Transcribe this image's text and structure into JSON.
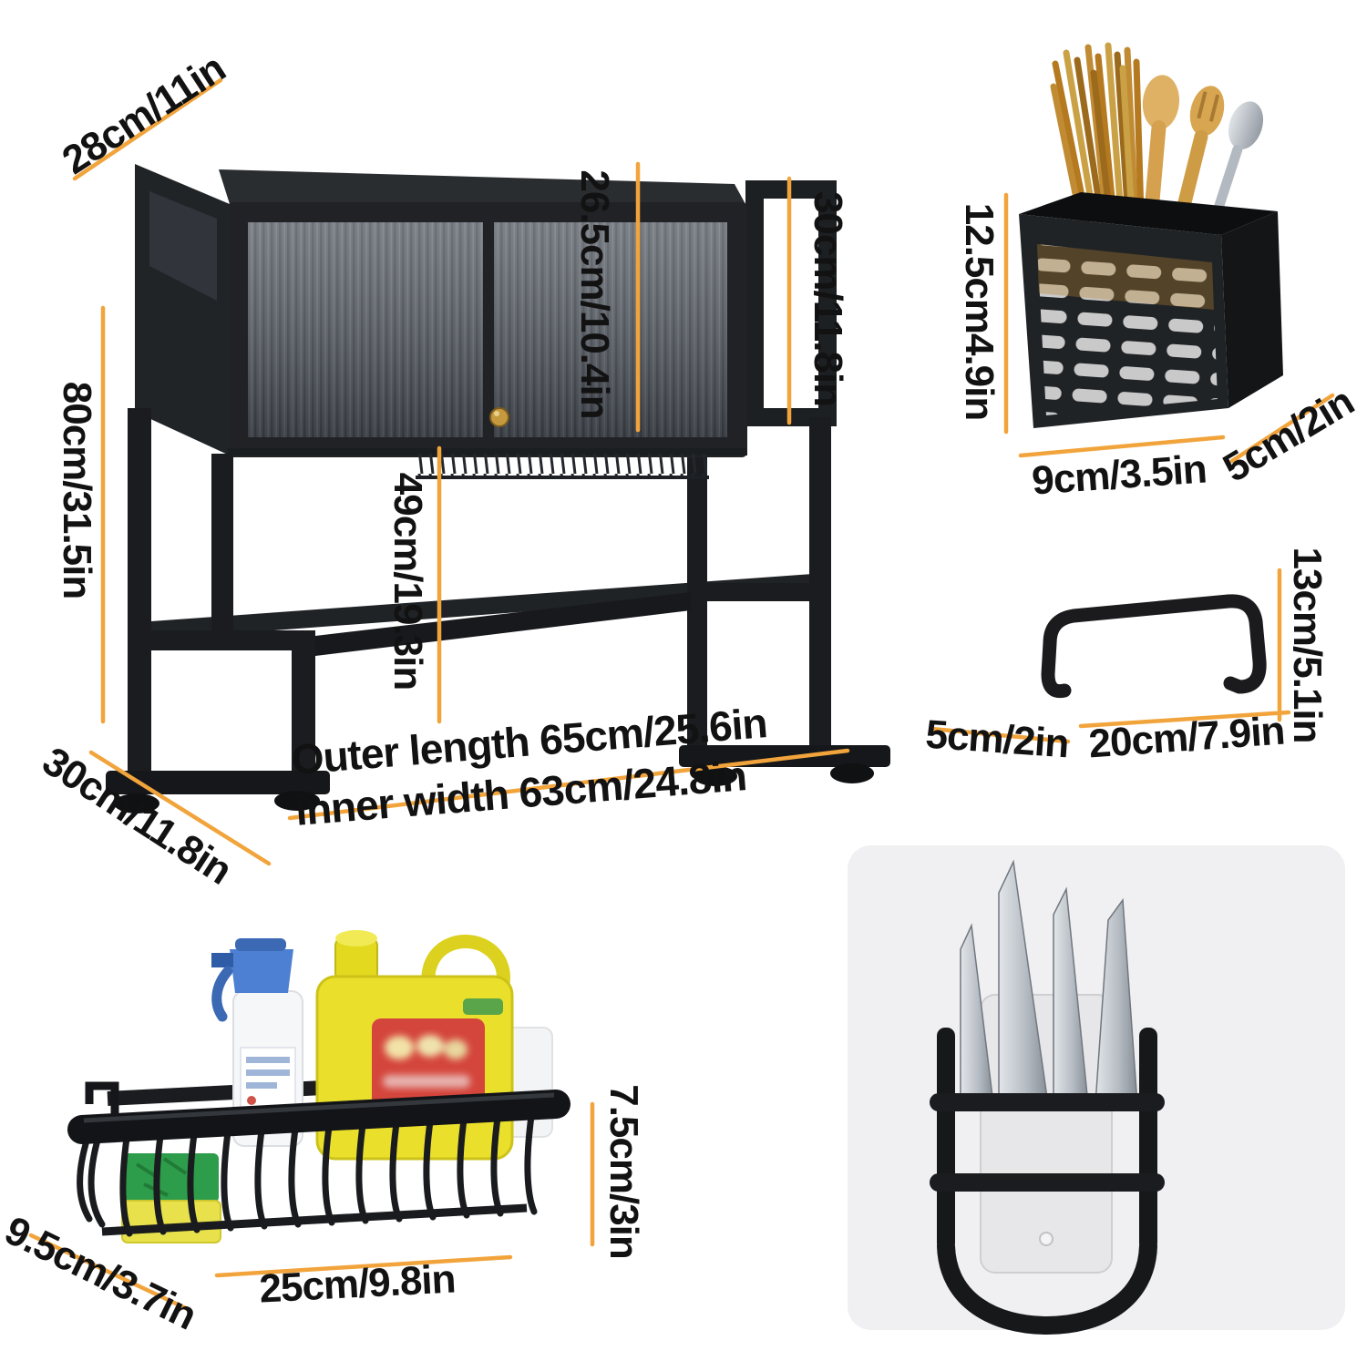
{
  "colors": {
    "background": "#ffffff",
    "dimension_line": "#f2a43c",
    "label_text": "#121212",
    "metal_black": "#1b1d20",
    "glass_gray": "#575d66",
    "knob_gold": "#c59a3f",
    "wood_tan": "#d6a14f",
    "jug_yellow": "#eae02c",
    "jug_label_red": "#d4453c",
    "sprayer_blue": "#4d80d2",
    "sponge_green": "#2e9d4b",
    "sponge_yellow": "#e8e14c",
    "knife_panel_gray": "#f0f0f2"
  },
  "main_rack": {
    "dims": {
      "top_depth": "28cm/11in",
      "height": "80cm/31.5in",
      "base_depth": "30cm/11.8in",
      "cabinet_height": "26.5cm/10.4in",
      "upper_height": "30cm/11.8in",
      "clearance": "49cm/19.3in",
      "outer_length": "Outer length 65cm/25.6in",
      "inner_width": "inner width 63cm/24.8in"
    }
  },
  "utensil_holder": {
    "dims": {
      "height": "12.5cm4.9in",
      "width": "9cm/3.5in",
      "depth": "5cm/2in"
    }
  },
  "hook": {
    "dims": {
      "height": "13cm/5.1in",
      "depth": "5cm/2in",
      "width": "20cm/7.9in"
    }
  },
  "basket": {
    "dims": {
      "height": "7.5cm/3in",
      "depth": "9.5cm/3.7in",
      "width": "25cm/9.8in"
    }
  }
}
